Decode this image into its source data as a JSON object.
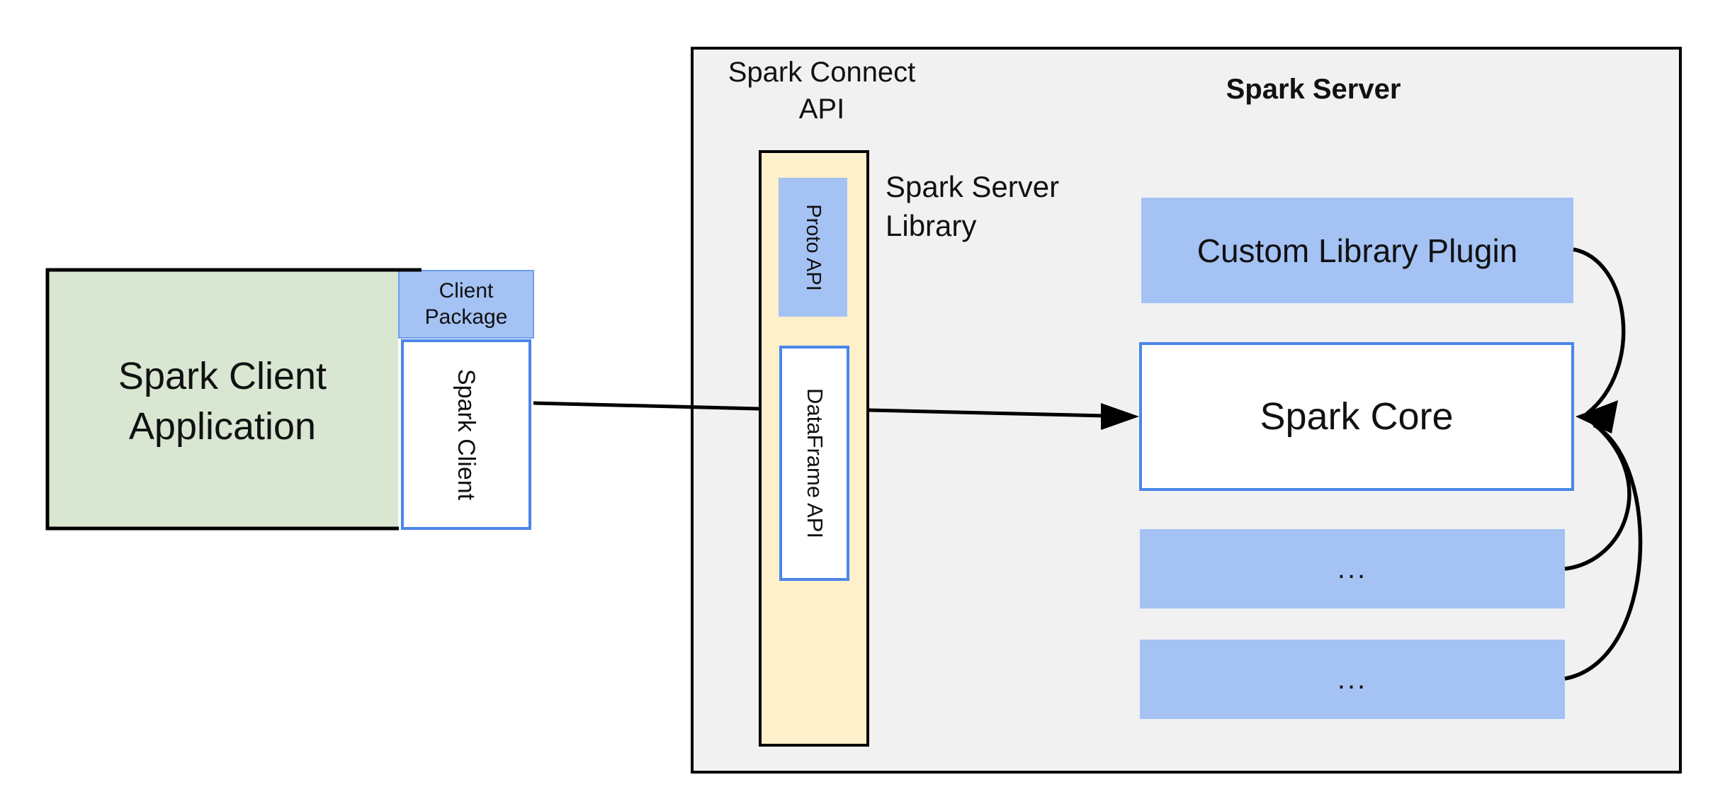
{
  "diagram": {
    "client": {
      "application_label": "Spark Client Application",
      "package_label": "Client Package",
      "spark_client_label": "Spark Client"
    },
    "spark_connect": {
      "title": "Spark Connect API",
      "proto_api_label": "Proto API",
      "dataframe_api_label": "DataFrame API",
      "server_library_label": "Spark Server Library"
    },
    "spark_server": {
      "title": "Spark Server",
      "custom_plugin_label": "Custom Library Plugin",
      "core_label": "Spark Core",
      "module_placeholder_1": "...",
      "module_placeholder_2": "..."
    },
    "colors": {
      "client_green": "#d9e7d2",
      "accent_blue": "#a4c2f4",
      "library_yellow": "#fdf0cb",
      "panel_gray": "#f1f1f2",
      "border_blue": "#4a86e8",
      "line_black": "#000000"
    }
  }
}
